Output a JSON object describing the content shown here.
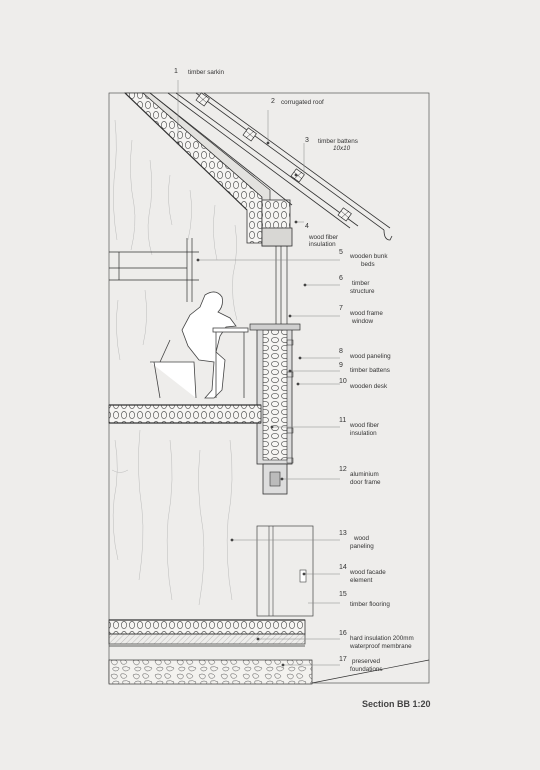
{
  "title": "Section BB 1:20",
  "labels": [
    {
      "num": "1",
      "lines": [
        "timber sarkin"
      ]
    },
    {
      "num": "2",
      "lines": [
        "corrugated roof"
      ]
    },
    {
      "num": "3",
      "lines": [
        "timber battens"
      ],
      "italic": "10x10"
    },
    {
      "num": "4",
      "lines": [
        "wood fiber",
        "insulation"
      ]
    },
    {
      "num": "5",
      "lines": [
        "wooden bunk",
        "beds"
      ]
    },
    {
      "num": "6",
      "lines": [
        "timber",
        "structure"
      ]
    },
    {
      "num": "7",
      "lines": [
        "wood frame",
        "window"
      ]
    },
    {
      "num": "8",
      "lines": [
        "wood paneling"
      ]
    },
    {
      "num": "9",
      "lines": [
        "timber battens"
      ]
    },
    {
      "num": "10",
      "lines": [
        "wooden desk"
      ]
    },
    {
      "num": "11",
      "lines": [
        "wood fiber",
        "insulation"
      ]
    },
    {
      "num": "12",
      "lines": [
        "aluminium",
        "door frame"
      ]
    },
    {
      "num": "13",
      "lines": [
        "wood",
        "paneling"
      ]
    },
    {
      "num": "14",
      "lines": [
        "wood facade",
        "element"
      ]
    },
    {
      "num": "15",
      "lines": [
        "timber flooring"
      ]
    },
    {
      "num": "16",
      "lines": [
        "hard insulation 200mm",
        "waterproof membrane"
      ]
    },
    {
      "num": "17",
      "lines": [
        "preserved",
        "foundations"
      ]
    }
  ]
}
